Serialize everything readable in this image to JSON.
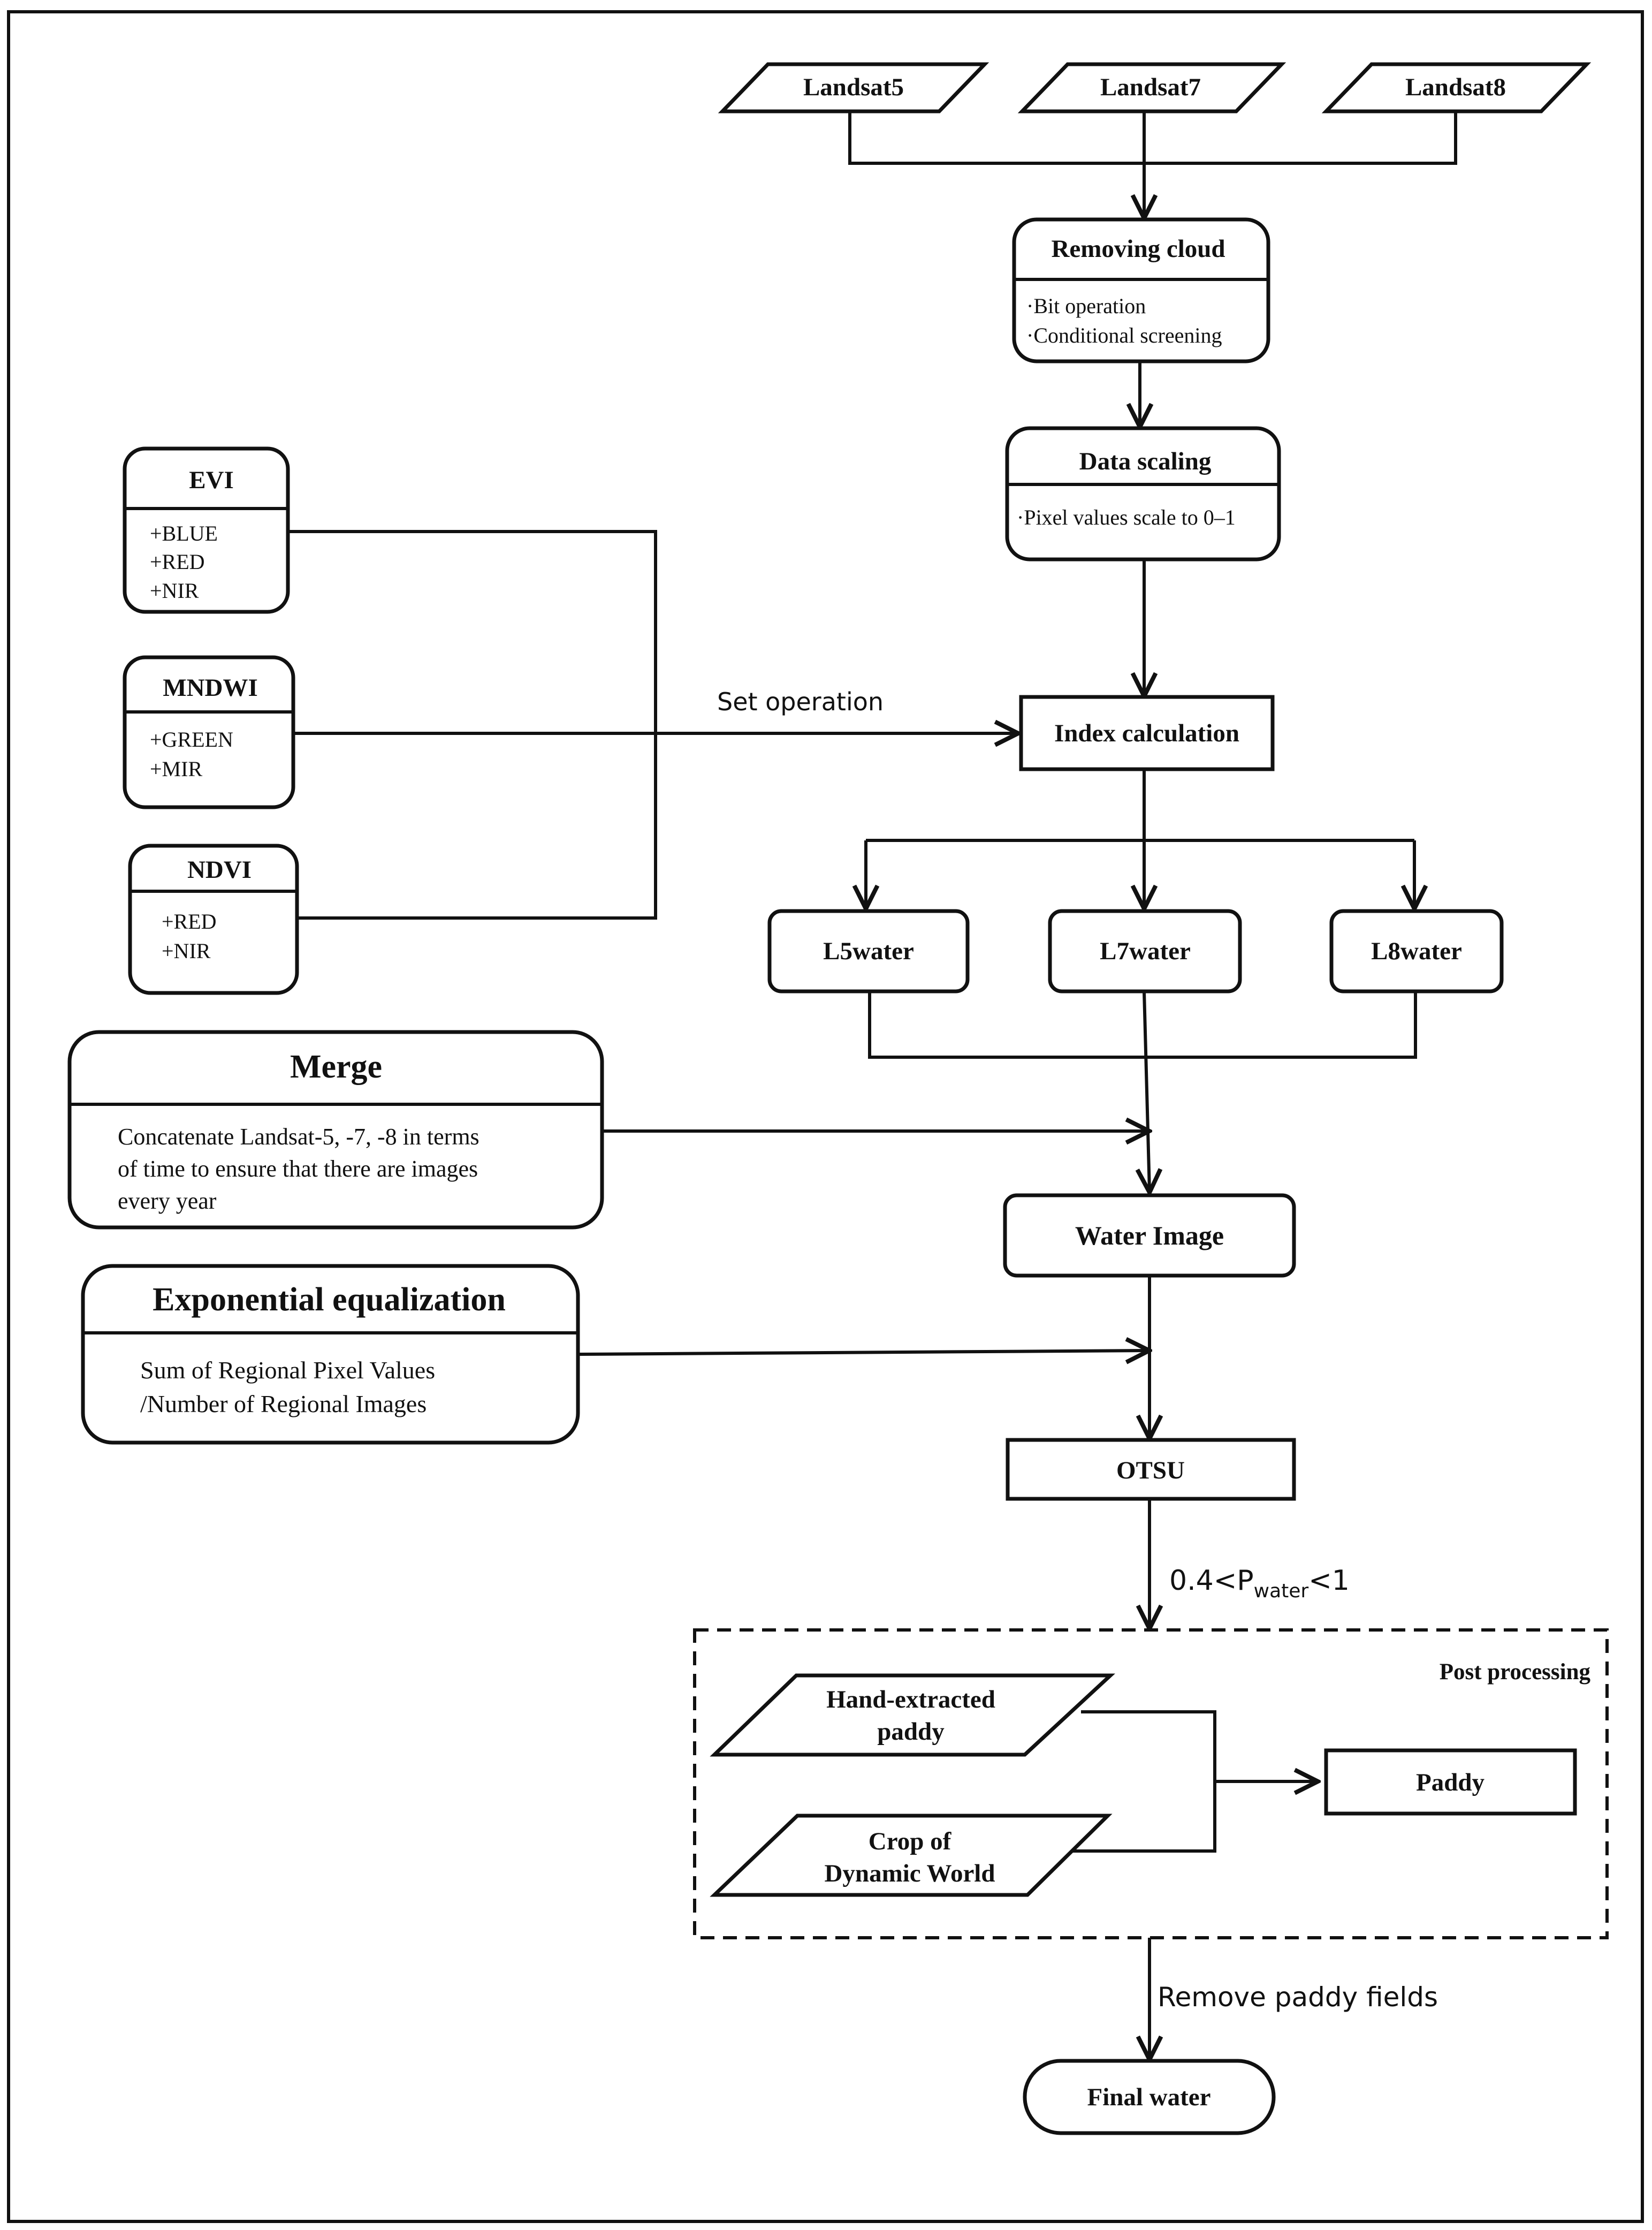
{
  "inputs": {
    "landsat5": "Landsat5",
    "landsat7": "Landsat7",
    "landsat8": "Landsat8"
  },
  "removing_cloud": {
    "title": "Removing cloud",
    "items": [
      "·Bit operation",
      "·Conditional screening"
    ]
  },
  "data_scaling": {
    "title": "Data scaling",
    "items": [
      "·Pixel values scale to 0–1"
    ]
  },
  "indices": {
    "evi": {
      "title": "EVI",
      "items": [
        "+BLUE",
        "+RED",
        "+NIR"
      ]
    },
    "mndwi": {
      "title": "MNDWI",
      "items": [
        "+GREEN",
        "+MIR"
      ]
    },
    "ndvi": {
      "title": "NDVI",
      "items": [
        "+RED",
        "+NIR"
      ]
    }
  },
  "set_operation_label": "Set operation",
  "index_calculation": "Index calculation",
  "water_nodes": {
    "l5": "L5water",
    "l7": "L7water",
    "l8": "L8water"
  },
  "merge": {
    "title": "Merge",
    "lines": [
      "Concatenate Landsat-5, -7, -8 in terms",
      "of time to ensure that there are images",
      "every year"
    ]
  },
  "water_image": "Water Image",
  "exponential": {
    "title": "Exponential equalization",
    "lines": [
      "Sum of Regional Pixel Values",
      "/Number of Regional Images"
    ]
  },
  "otsu": "OTSU",
  "threshold": {
    "prefix": "0.4<P",
    "subscript": "water",
    "suffix": "<1"
  },
  "post_processing": {
    "label": "Post processing",
    "hand_extracted": [
      "Hand-extracted",
      "paddy"
    ],
    "crop_dw": [
      "Crop of",
      "Dynamic World"
    ],
    "paddy": "Paddy"
  },
  "remove_label": "Remove paddy fields",
  "final_water": "Final water"
}
